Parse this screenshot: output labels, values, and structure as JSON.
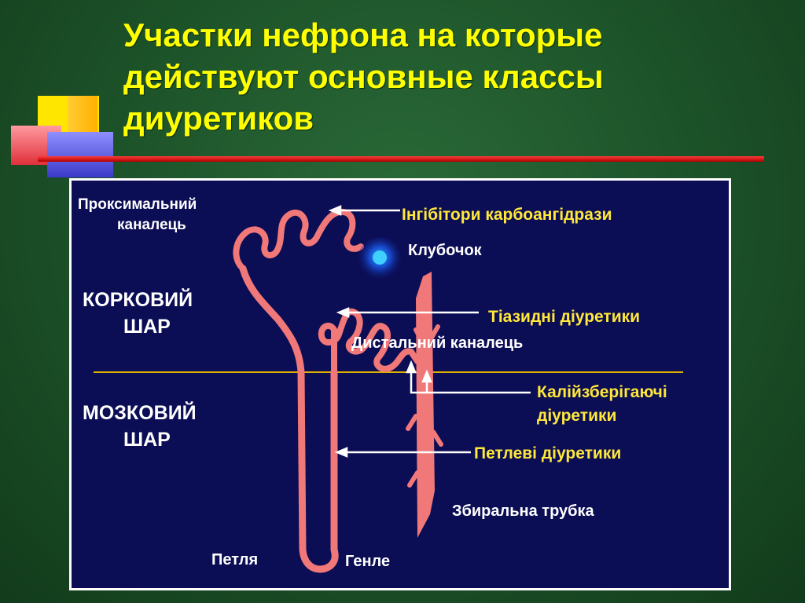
{
  "title": "Участки нефрона на которые\nдействуют основные классы\nдиуретиков",
  "labels": {
    "proximal_1": "Проксимальний",
    "proximal_2": "каналець",
    "cortex_1": "КОРКОВИЙ",
    "cortex_2": "ШАР",
    "medulla_1": "МОЗКОВИЙ",
    "medulla_2": "ШАР",
    "glomerulus": "Клубочок",
    "distal": "Дистальний каналець",
    "collecting": "Збиральна трубка",
    "loop_1": "Петля",
    "loop_2": "Генле"
  },
  "drugs": {
    "carbonic": "Інгібітори карбоангідрази",
    "thiazide": "Тіазидні діуретики",
    "potassium_1": "Калійзберігаючі",
    "potassium_2": "діуретики",
    "loop": "Петлеві діуретики"
  },
  "colors": {
    "tubule": "#f07878",
    "tubule_dark": "#d04848",
    "boundary": "#e0b000",
    "panel": "#0b0d55",
    "title": "#ffff00",
    "drug_label": "#ffe83a"
  }
}
